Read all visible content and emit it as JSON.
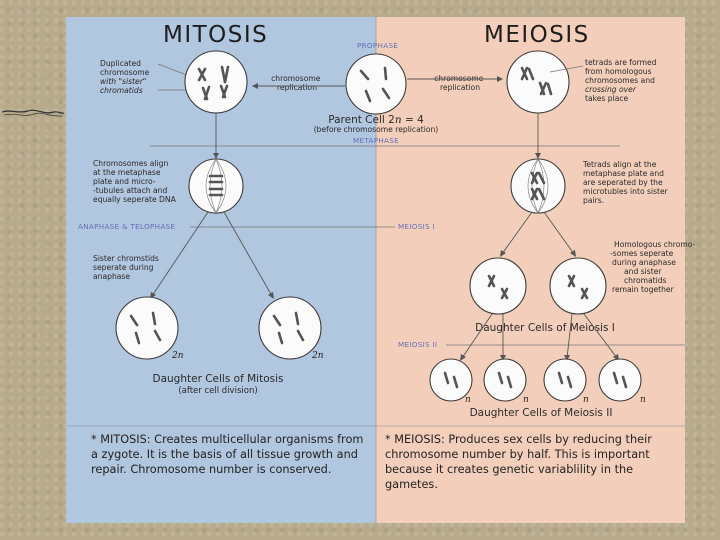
{
  "titles": {
    "mitosis": "MITOSIS",
    "meiosis": "MEIOSIS"
  },
  "stages": {
    "prophase": "PROPHASE",
    "metaphase": "METAPHASE",
    "anaphase_telophase": "ANAPHASE & TELOPHASE",
    "meiosis_1": "MEIOSIS I",
    "meiosis_2": "MEIOSIS II"
  },
  "mitosis": {
    "note_duplicated": [
      "Duplicated",
      "chromosome",
      "with \"sister\"",
      "chromatids"
    ],
    "replication_left": [
      "chromosome",
      "replication"
    ],
    "note_align": [
      "Chromosomes align",
      "at the metaphase",
      "plate and micro-",
      "-tubules attach and",
      "equally seperate DNA"
    ],
    "note_separate": [
      "Sister chromstids",
      "seperate during",
      "anaphase"
    ],
    "daughter_label": "2n",
    "daughter_title": "Daughter Cells of Mitosis",
    "daughter_sub": "(after cell division)",
    "summary": [
      "* MITOSIS: Creates multicellular organisms from",
      "a zygote.  It is the basis of all tissue growth and",
      "repair.  Chromosome number is conserved."
    ]
  },
  "parent": {
    "label_prefix": "Parent Cell 2",
    "label_n": "n",
    "label_suffix": " = 4",
    "sub": "(before chromosome replication)"
  },
  "meiosis": {
    "replication_right": [
      "chromosome",
      "replication"
    ],
    "note_tetrads": [
      "tetrads are formed",
      "from homologous",
      "chromosomes and",
      "crossing over",
      "takes place"
    ],
    "note_align": [
      "Tetrads align at the",
      "metaphase plate and",
      "are seperated by the",
      "microtubles into sister",
      "pairs."
    ],
    "note_homologous": [
      "Homologous chromo-",
      "-somes seperate",
      "during anaphase",
      "and sister",
      "chromatids",
      "remain together"
    ],
    "daughter_1_title": "Daughter Cells of Meiosis I",
    "daughter_2_label": "n",
    "daughter_2_title": "Daughter Cells of Meiosis II",
    "summary": [
      "* MEIOSIS: Produces sex cells by reducing their",
      "chromosome number by half.  This is important",
      "because it creates genetic variablility in the",
      "gametes."
    ]
  },
  "colors": {
    "mitosis_panel": "#b1c6df",
    "meiosis_panel": "#f3cfbb",
    "stage_text": "#6670b8"
  }
}
